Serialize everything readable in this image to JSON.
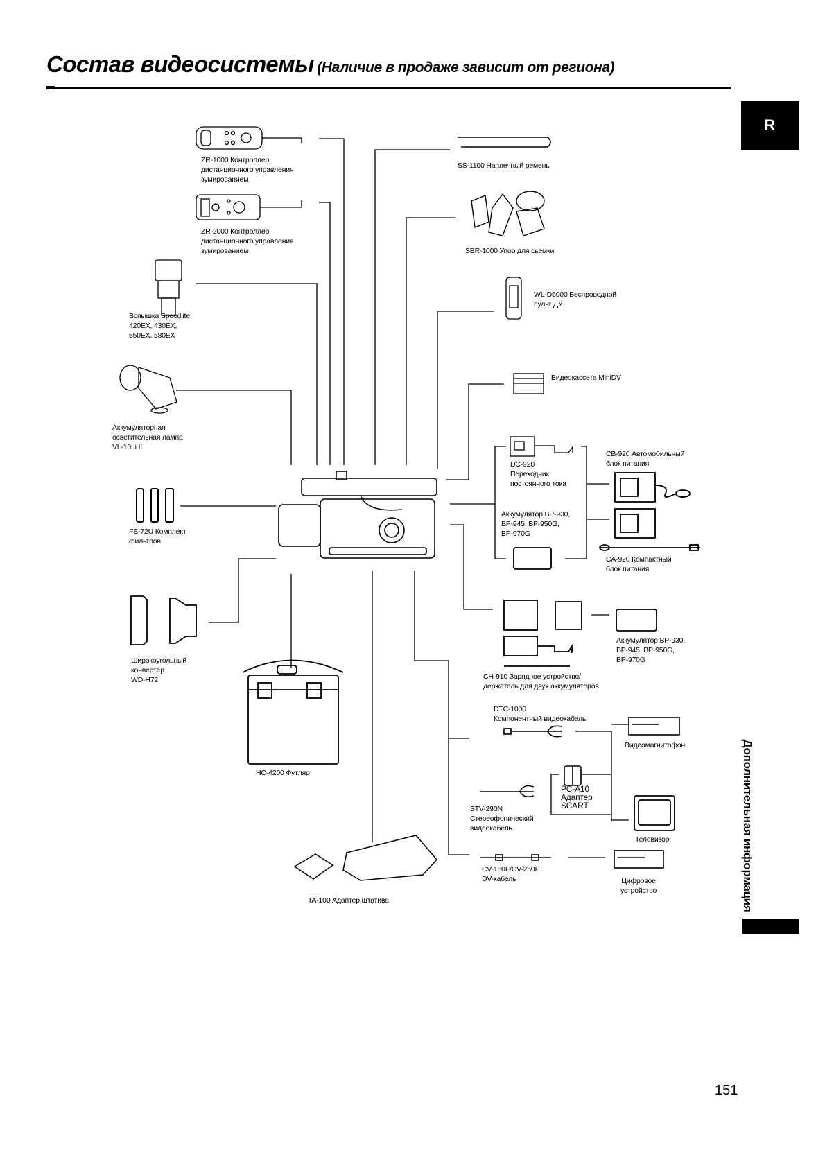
{
  "header": {
    "title": "Состав видеосистемы",
    "subtitle": "(Наличие в продаже зависит от региона)"
  },
  "section_tab": "R",
  "side_label": "Дополнительная информация",
  "page_number": "151",
  "items": {
    "zr1000": "ZR-1000 Контроллер\nдистанционного управления\nзумированием",
    "zr2000": "ZR-2000 Контроллер\nдистанционного управления\nзумированием",
    "speedlite": "Вспышка Speedlite\n420EX, 430EX,\n550EX, 580EX",
    "vl10": "Аккумуляторная\nосветительная лампа\nVL-10Li II",
    "fs72u": "FS-72U Комплект\nфильтров",
    "wdh72": "Широкоугольный\nконвертер\nWD-H72",
    "hc4200": "HC-4200 Футляр",
    "ta100": "TA-100 Адаптер штатива",
    "ss1100": "SS-1100 Наплечный ремень",
    "sbr1000": "SBR-1000 Упор для сьемки",
    "wld5000": "WL-D5000 Беспроводной\nпульт ДУ",
    "minidv": "Видеокассета MiniDV",
    "dc920": "DC-920\nПереходник\nпостоянного тока",
    "battery1": "Аккумулятор BP-930,\nBP-945, BP-950G,\nBP-970G",
    "cb920": "CB-920 Автомобильный\nблок питания",
    "ca920": "CA-920 Компактный\nблок питания",
    "battery2": "Аккумулятор BP-930,\nBP-945, BP-950G,\n BP-970G",
    "ch910": "CH-910 Зарядное устройство/\nдержатель для двух аккумуляторов",
    "dtc1000": "DTC-1000\nКомпонентный видеокабель",
    "vcr": "Видеомагнитофон",
    "pca10": "PC-A10\nАдаптер\nSCART",
    "stv290n": "STV-290N\nСтереофонический\nвидеокабель",
    "tv": "Телевизор",
    "cv150f": "CV-150F/CV-250F\nDV-кабель",
    "digital": "Цифровое\nустройство"
  },
  "colors": {
    "ink": "#000000",
    "paper": "#ffffff"
  }
}
